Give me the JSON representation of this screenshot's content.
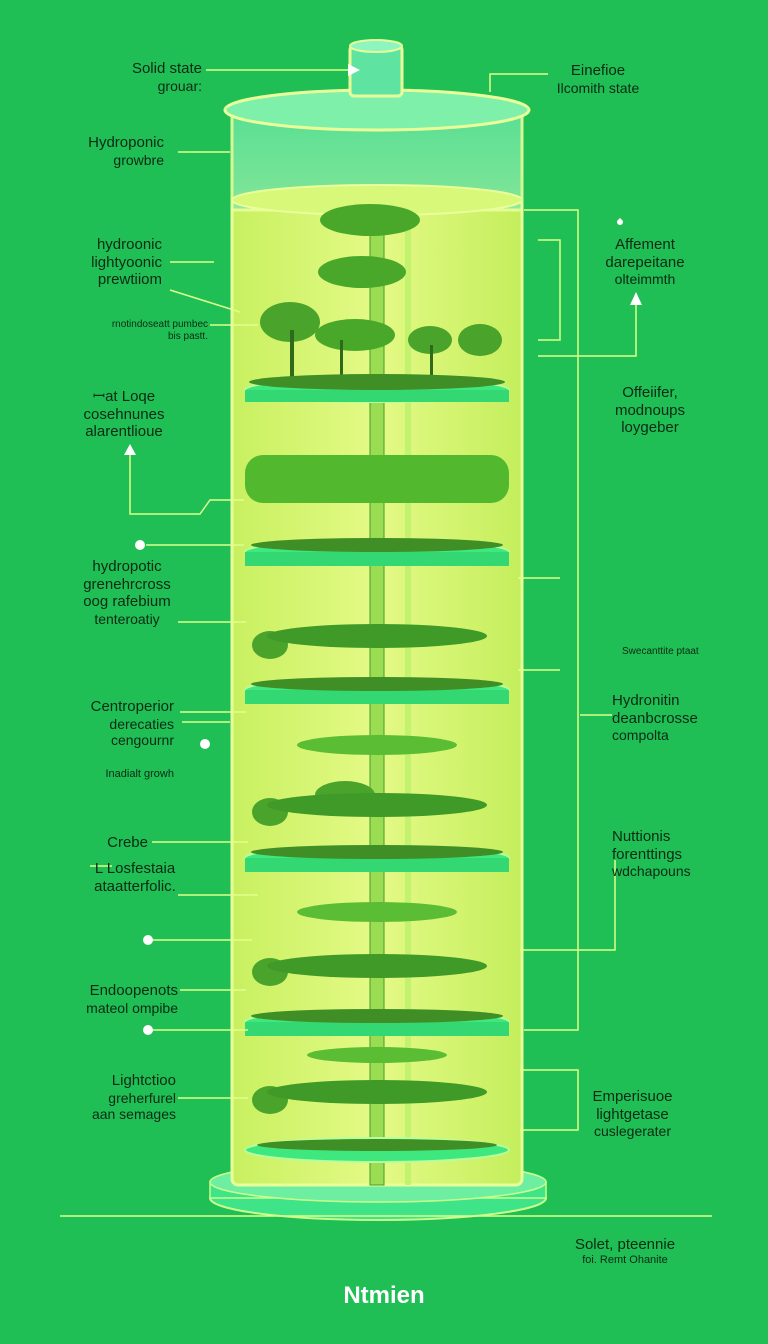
{
  "colors": {
    "background": "#1fbf55",
    "tank_fill": "#d9f56a",
    "tray": "#3ee87e",
    "foliage": "#3c9e22",
    "line": "#dfff8a",
    "text": "#0d2a14"
  },
  "labels_left": [
    {
      "lines": [
        "Solid state",
        "grouar:"
      ]
    },
    {
      "lines": [
        "Hydroponic",
        "growbre"
      ]
    },
    {
      "lines": [
        "hydroonic",
        "lightyoonic",
        "prewtiiom"
      ]
    },
    {
      "lines": [
        "rnotindoseatt pumbec",
        "bis pastt."
      ]
    },
    {
      "lines": [
        "ꟷat Loqe",
        "cosehnunes",
        "alarentlioue"
      ]
    },
    {
      "lines": [
        "hydropotic",
        "grenehrcross",
        "oog rafebium",
        "tenteroatiy"
      ]
    },
    {
      "lines": [
        "Centroperior",
        "derecaties",
        "cengournr"
      ]
    },
    {
      "lines": [
        "Inadialt growh"
      ]
    },
    {
      "lines": [
        "Crebe"
      ]
    },
    {
      "lines": [
        "L Losfestaia",
        "ataatterfolic."
      ]
    },
    {
      "lines": [
        "Endoopenots",
        "mateol ompibe"
      ]
    },
    {
      "lines": [
        "Lightctioo",
        "greherfurel",
        "aan semages"
      ]
    }
  ],
  "labels_right": [
    {
      "lines": [
        "Einefioe",
        "Ilcomith state"
      ]
    },
    {
      "lines": [
        "Affement",
        "darepeitane",
        "olteimmth"
      ]
    },
    {
      "lines": [
        "Offeiifer,",
        "modnoups",
        "loygeber"
      ]
    },
    {
      "lines": [
        "Swecanttite ptaat"
      ]
    },
    {
      "lines": [
        "Hydronitin",
        "deanbcrosse",
        "compolta"
      ]
    },
    {
      "lines": [
        "Nuttionis",
        "forenttings",
        "wdchapouns"
      ]
    },
    {
      "lines": [
        "Emperisuoe",
        "lightgetase",
        "cuslegerater"
      ]
    },
    {
      "lines": [
        "Solet, pteennie",
        "foi. Remt Ohanite"
      ]
    }
  ],
  "footer": {
    "title": "Ntmien"
  }
}
